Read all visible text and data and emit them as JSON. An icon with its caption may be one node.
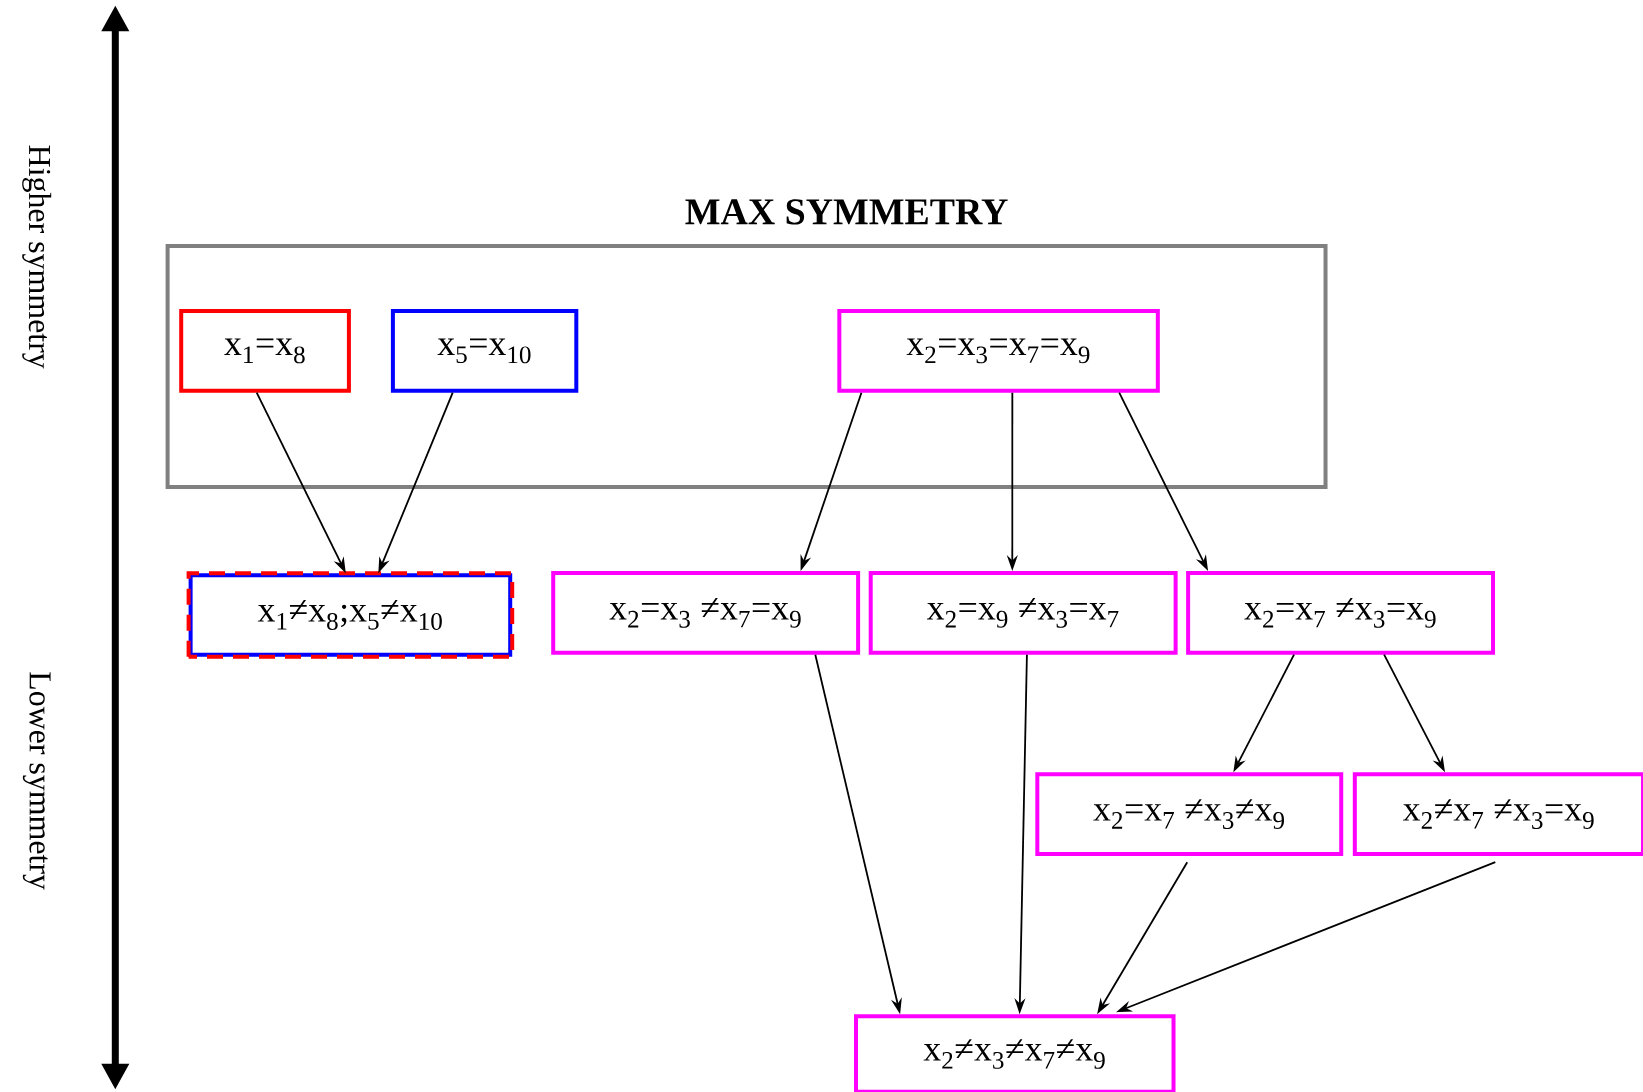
{
  "diagram": {
    "nodes": [
      {
        "text": [
          "MAX SYMMETRY"
        ]
      },
      {
        "text": [
          "x$_{1}$=x$_{8}$"
        ],
        "in": 0
      },
      {
        "text": [
          "x$_{5}$=x$_{10}$"
        ],
        "in": 0
      },
      {
        "text": [
          "x$_{2}$=x$_{3}$=x$_{7}$=x$_{9}$"
        ],
        "in": 0
      },
      {
        "text": [
          "x$_{1}$≠x$_{8}$;x$_{5}$≠x$_{10}$"
        ]
      },
      {
        "text": [
          "x$_{2}$=x$_{3}$ ≠x$_{7}$=x$_{9}$"
        ]
      },
      {
        "text": [
          "x$_{2}$=x$_{9}$ ≠x$_{3}$=x$_{7}$"
        ]
      },
      {
        "text": [
          "x$_{2}$=x$_{7}$ ≠x$_{3}$=x$_{9}$"
        ]
      },
      {
        "text": [
          "x$_{2}$=x$_{7}$ ≠x$_{3}$≠x$_{9}$"
        ]
      },
      {
        "text": [
          "x$_{2}$≠x$_{7}$ ≠x$_{3}$=x$_{9}$"
        ]
      },
      {
        "text": [
          "x$_{2}$≠x$_{3}$≠x$_{7}$≠x$_{9}$"
        ]
      }
    ],
    "edges": [
      {
        "from": 1,
        "to": 4,
        "arrow": "to"
      },
      {
        "from": 2,
        "to": 4,
        "arrow": "to"
      },
      {
        "from": 3,
        "to": 5,
        "arrow": "to"
      },
      {
        "from": 3,
        "to": 6,
        "arrow": "to"
      },
      {
        "from": 3,
        "to": 7,
        "arrow": "to"
      },
      {
        "from": 7,
        "to": 8,
        "arrow": "to"
      },
      {
        "from": 7,
        "to": 9,
        "arrow": "to"
      },
      {
        "from": 5,
        "to": 10,
        "arrow": "to"
      },
      {
        "from": 6,
        "to": 10,
        "arrow": "to"
      },
      {
        "from": 8,
        "to": 10,
        "arrow": "to"
      },
      {
        "from": 9,
        "to": 10,
        "arrow": "to"
      }
    ],
    "labels": [
      "Higher symmetry",
      "Lower symmetry"
    ]
  }
}
